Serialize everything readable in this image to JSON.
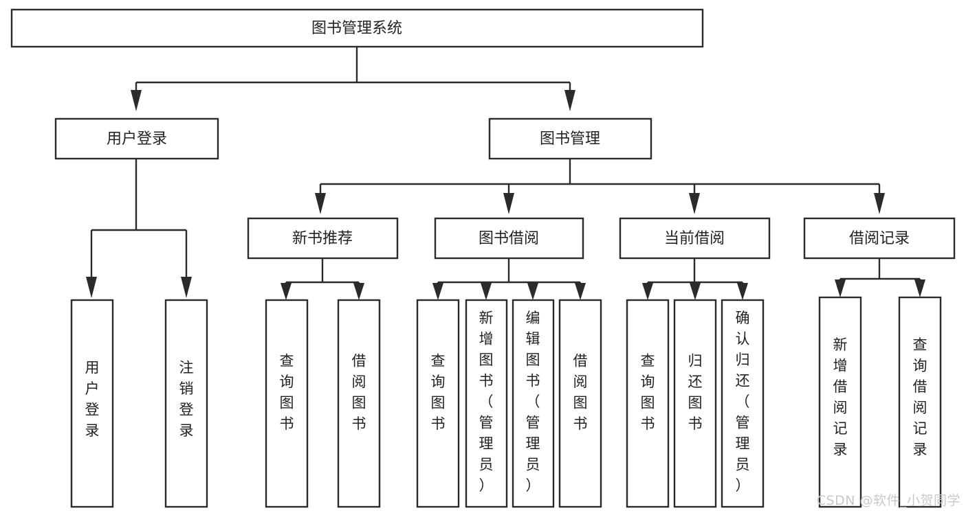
{
  "diagram": {
    "type": "tree-hierarchy-chart",
    "title": "图书管理系统",
    "watermark": "CSDN @软件_小贺同学",
    "colors": {
      "stroke": "#2b2b2b",
      "fill": "#ffffff",
      "text": "#222222",
      "watermark": "#c9c9c9"
    },
    "root": {
      "label": "图书管理系统"
    },
    "level2": [
      {
        "label": "用户登录"
      },
      {
        "label": "图书管理"
      }
    ],
    "level3": [
      {
        "label": "新书推荐"
      },
      {
        "label": "图书借阅"
      },
      {
        "label": "当前借阅"
      },
      {
        "label": "借阅记录"
      }
    ],
    "leaves": {
      "user_login": [
        {
          "label": "用户登录"
        },
        {
          "label": "注销登录"
        }
      ],
      "new_book_recommend": [
        {
          "label": "查询图书"
        },
        {
          "label": "借阅图书"
        }
      ],
      "book_borrow": [
        {
          "label": "查询图书"
        },
        {
          "label": "新增图书（管理员）"
        },
        {
          "label": "编辑图书（管理员）"
        },
        {
          "label": "借阅图书"
        }
      ],
      "current_borrow": [
        {
          "label": "查询图书"
        },
        {
          "label": "归还图书"
        },
        {
          "label": "确认归还（管理员）"
        }
      ],
      "borrow_record": [
        {
          "label": "新增借阅记录"
        },
        {
          "label": "查询借阅记录"
        }
      ]
    }
  }
}
